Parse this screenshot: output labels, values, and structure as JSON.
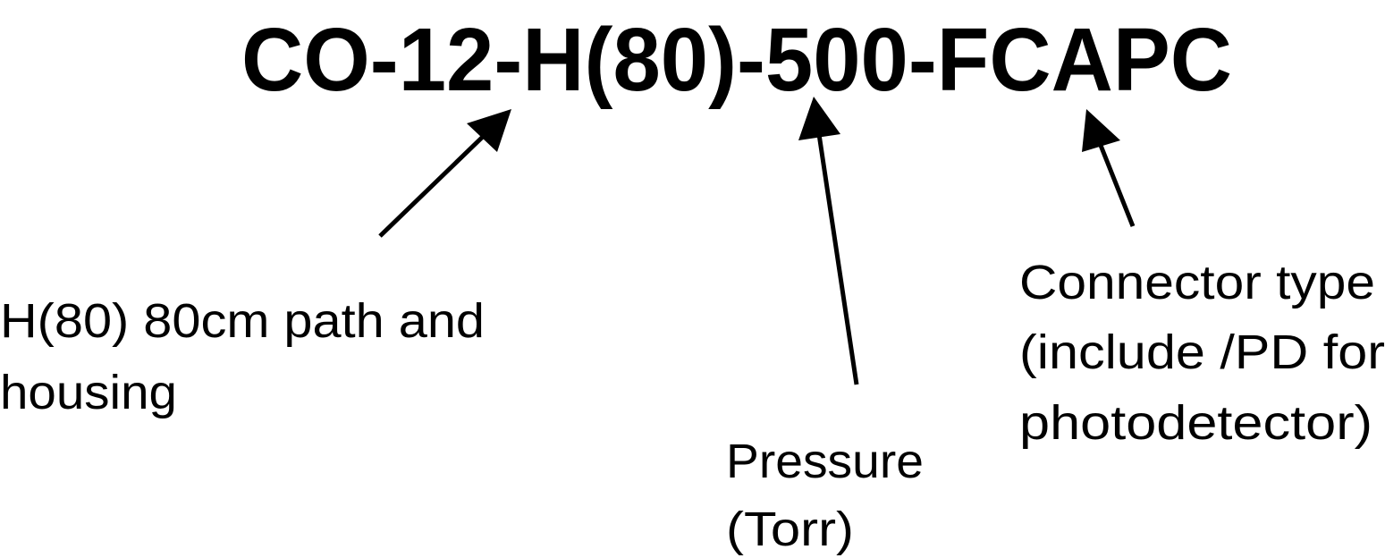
{
  "title": "CO-12-H(80)-500-FCAPC",
  "labels": {
    "path": [
      "H(80) 80cm path and",
      "housing"
    ],
    "pressure": [
      "Pressure",
      "(Torr)"
    ],
    "connector": [
      "Connector type",
      "(include /PD for",
      "photodetector)"
    ]
  },
  "colors": {
    "text": "#000000",
    "arrow": "#000000",
    "background": "#ffffff"
  }
}
